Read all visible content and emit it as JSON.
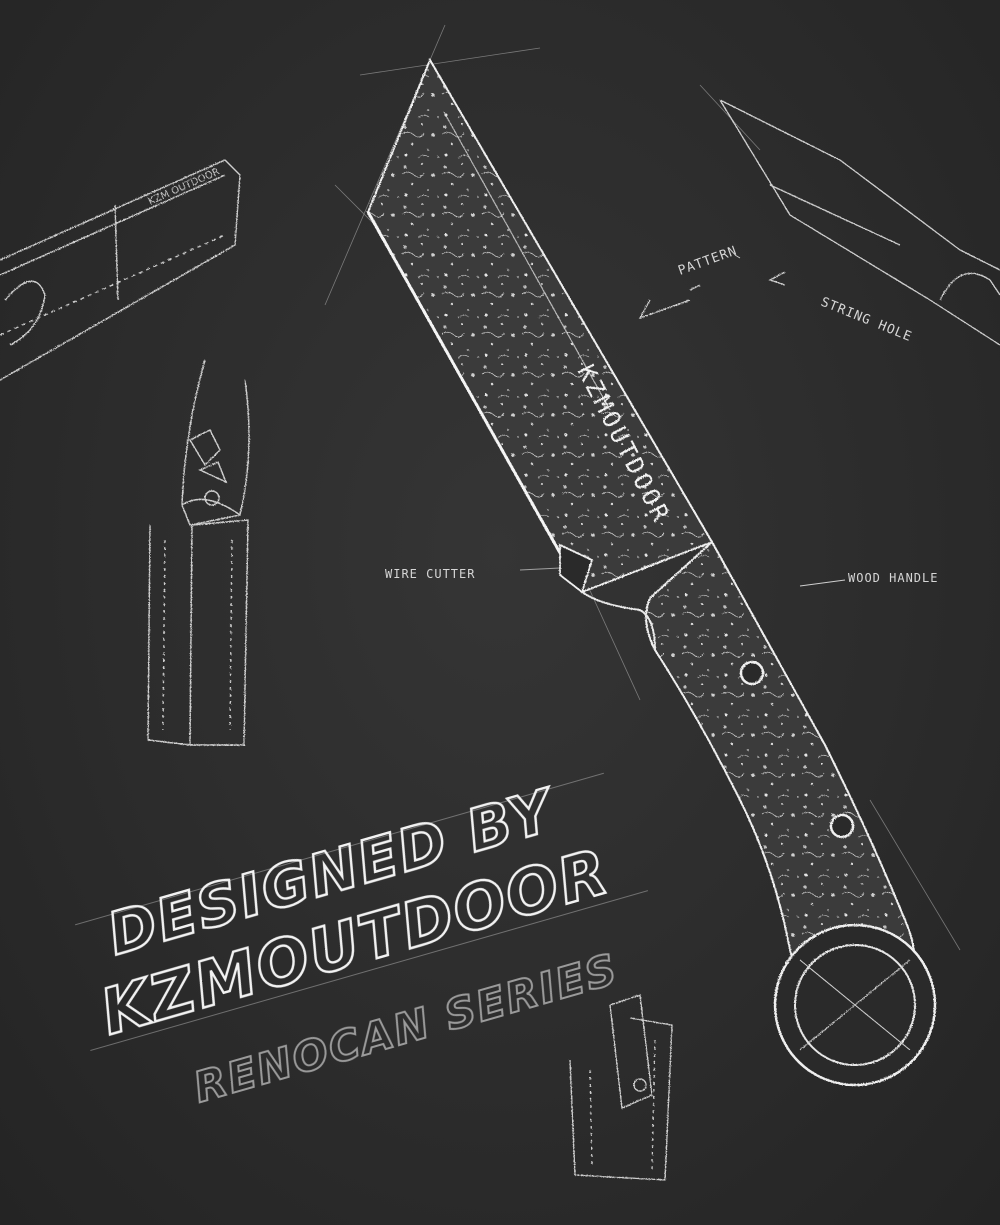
{
  "colors": {
    "background": "#2c2c2c",
    "chalk": "#e8e8e8",
    "chalk_dim": "#9a9a9a",
    "blade_dark": "#3a3a3a"
  },
  "headline": {
    "line1": "DESIGNED BY",
    "line2": "KZMOUTDOOR",
    "subtitle": "RENOCAN SERIES"
  },
  "callouts": {
    "pattern": "PATTERN",
    "string_hole": "STRING HOLE",
    "wire_cutter": "WIRE CUTTER",
    "wood_handle": "WOOD HANDLE"
  },
  "blade_engraving": "KZMOUTDOOR"
}
